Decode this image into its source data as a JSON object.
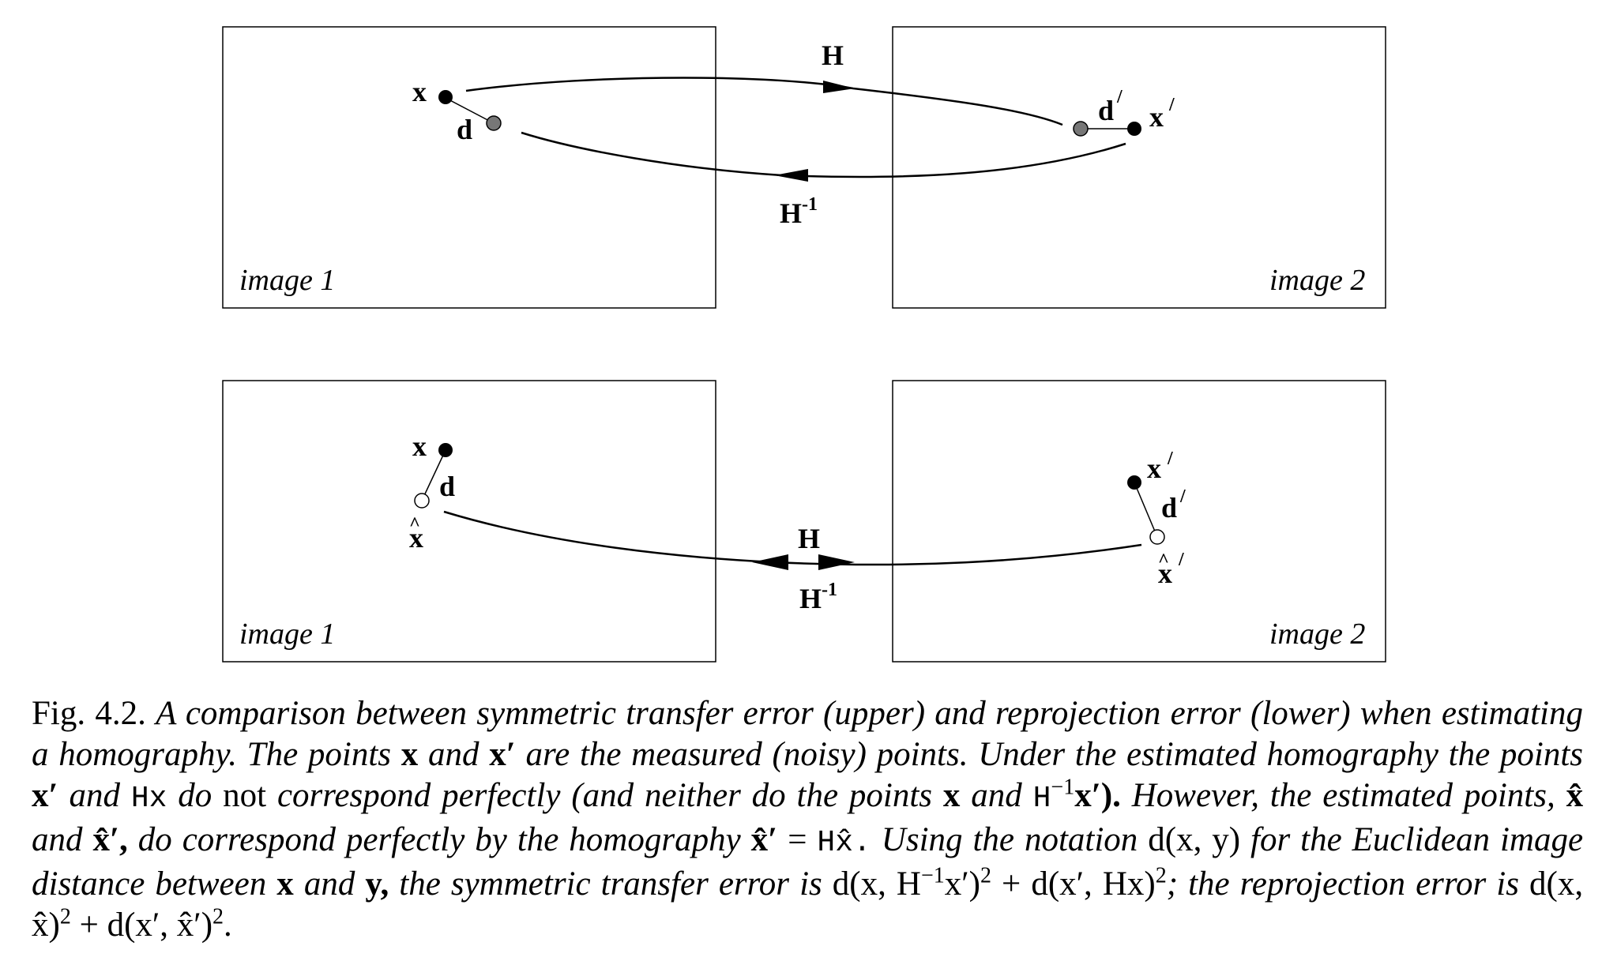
{
  "panels": {
    "upper": {
      "left_label": "image 1",
      "right_label": "image 2",
      "point_x": "x",
      "dist_d": "d",
      "point_xp": "x",
      "dist_dp": "d",
      "prime": "/",
      "forward_map": "H",
      "inverse_map": "H",
      "inverse_exp": "-1"
    },
    "lower": {
      "left_label": "image 1",
      "right_label": "image 2",
      "point_x": "x",
      "dist_d": "d",
      "point_xhat": "x",
      "point_xp": "x",
      "dist_dp": "d",
      "point_xhatp": "x",
      "prime": "/",
      "hat": "^",
      "forward_map": "H",
      "inverse_map": "H",
      "inverse_exp": "-1"
    }
  },
  "caption": {
    "fig_label": "Fig. 4.2.",
    "t1": "A comparison between symmetric transfer error (upper) and reprojection error (lower) when estimating a homography. The points",
    "m_x": "x",
    "t_and": "and",
    "m_xp": "x′",
    "t2": "are the measured (noisy) points. Under the estimated homography the points",
    "m_Hx": "Hx",
    "t_do": "do",
    "t_not": "not",
    "t3": "correspond perfectly (and neither do the points",
    "m_Hinv": "H",
    "m_inv_exp": "−1",
    "m_xp_close": "x′).",
    "t4": "However, the estimated points,",
    "m_xhat": "x̂",
    "m_xhatp": "x̂′,",
    "t5": "do correspond perfectly by the homography",
    "m_xhatp_eq": "x̂′",
    "m_eq": "=",
    "m_Hxhat": "Hx̂.",
    "t6": "Using the notation",
    "m_dxy": "d(x, y)",
    "t7": "for the Euclidean image distance between",
    "m_y": "y,",
    "t8": "the symmetric transfer error is",
    "m_sym": "d(x, H",
    "m_sym2": "x′)",
    "m_sq": "2",
    "m_plus": "+ d(x′, Hx)",
    "m_semi": ";",
    "t9": "the reprojection error is",
    "m_rep1": "d(x, x̂)",
    "m_rep2": "+ d(x′, x̂′)",
    "m_end": "."
  }
}
